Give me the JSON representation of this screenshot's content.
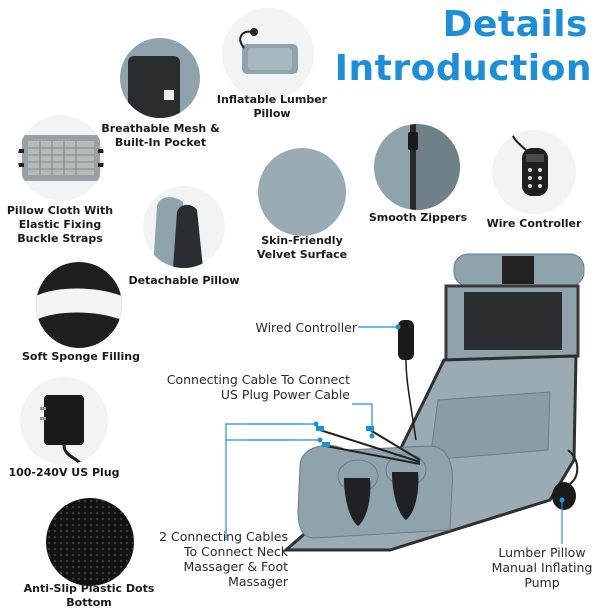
{
  "title": {
    "line1": "Details",
    "line2": "Introduction"
  },
  "features": [
    {
      "id": "lumbar",
      "label": "Inflatable Lumber Pillow"
    },
    {
      "id": "mesh",
      "label": "Breathable Mesh & Built-In Pocket"
    },
    {
      "id": "cloth",
      "label": "Pillow Cloth With Elastic Fixing Buckle Straps"
    },
    {
      "id": "velvet",
      "label": "Skin-Friendly Velvet Surface"
    },
    {
      "id": "zippers",
      "label": "Smooth Zippers"
    },
    {
      "id": "wirecontroller",
      "label": "Wire Controller"
    },
    {
      "id": "detachable",
      "label": "Detachable Pillow"
    },
    {
      "id": "sponge",
      "label": "Soft Sponge Filling"
    },
    {
      "id": "plug",
      "label": "100-240V US Plug"
    },
    {
      "id": "dots",
      "label": "Anti-Slip Plastic Dots Bottom"
    }
  ],
  "annotations": {
    "wired_controller": "Wired Controller",
    "cable_us": "Connecting Cable To Connect US Plug Power Cable",
    "cables_neck": "2 Connecting Cables To Connect Neck Massager & Foot Massager",
    "lumbar_pump": "Lumber Pillow Manual Inflating Pump"
  },
  "colors": {
    "accent": "#1e8fd6",
    "product_grey": "#8fa3ad",
    "product_dark": "#2b2b2b"
  }
}
